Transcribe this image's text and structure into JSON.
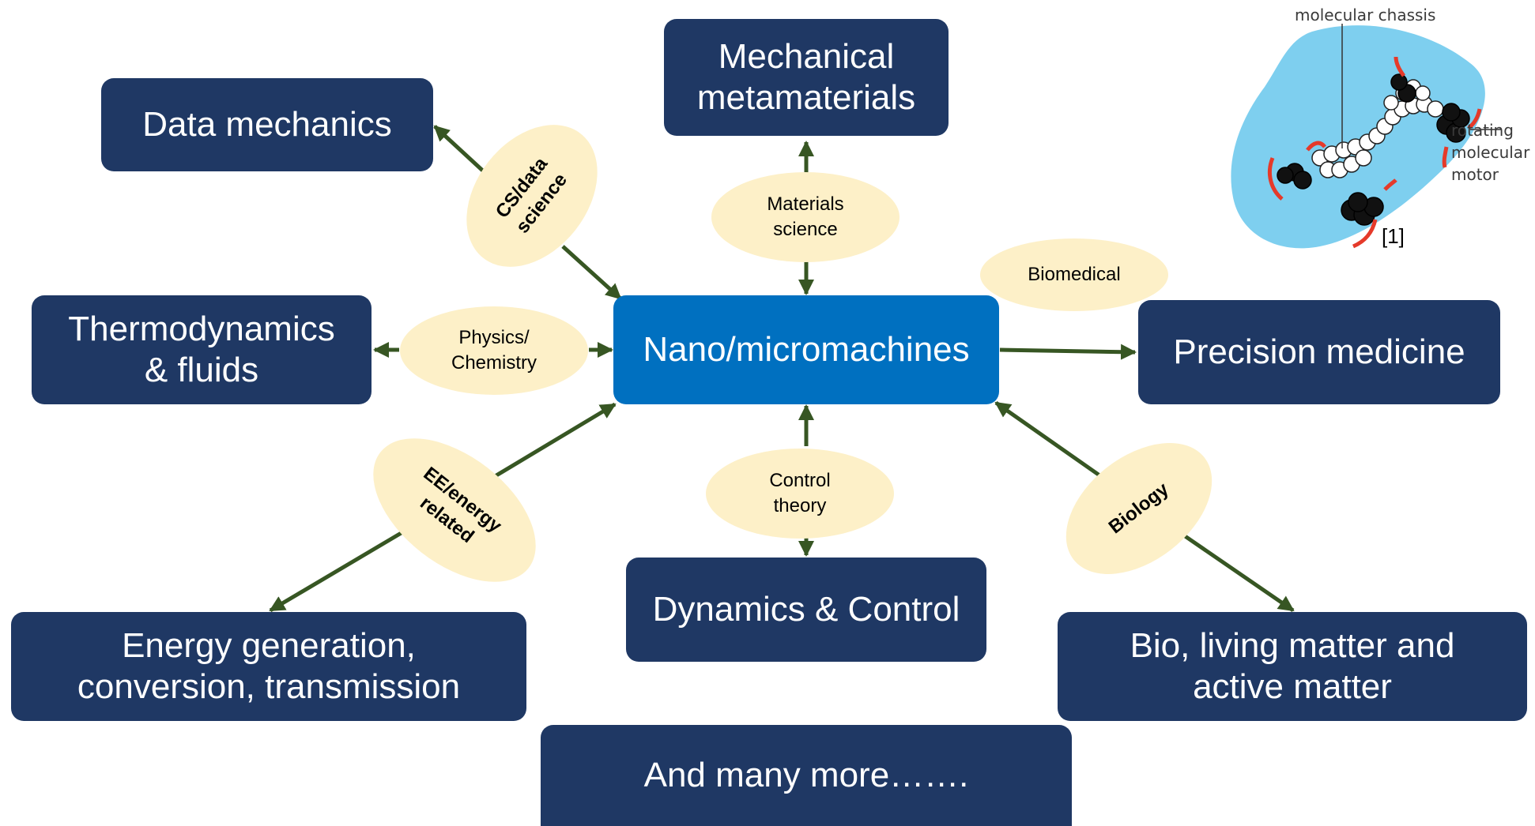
{
  "center": {
    "label": "Nano/micromachines"
  },
  "boxes": {
    "data_mechanics": "Data mechanics",
    "mechanical_metamaterials": "Mechanical\nmetamaterials",
    "thermodynamics": "Thermodynamics\n& fluids",
    "precision_medicine": "Precision medicine",
    "energy": "Energy generation,\nconversion, transmission",
    "dynamics_control": "Dynamics & Control",
    "bio_matter": "Bio, living matter and\nactive matter",
    "many_more": "And many more……."
  },
  "connectors": {
    "cs_data_science": "CS/data\nscience",
    "materials_science": "Materials\nscience",
    "biomedical": "Biomedical",
    "physics_chemistry": "Physics/\nChemistry",
    "ee_energy": "EE/energy\nrelated",
    "control_theory": "Control\ntheory",
    "biology": "Biology"
  },
  "figure": {
    "label_chassis": "molecular chassis",
    "label_motor_1": "rotating",
    "label_motor_2": "molecular",
    "label_motor_3": "motor",
    "reference": "[1]"
  },
  "colors": {
    "box": "#1f3864",
    "center_box": "#0070c0",
    "oval": "#fdf0c8",
    "arrow": "#375623"
  }
}
